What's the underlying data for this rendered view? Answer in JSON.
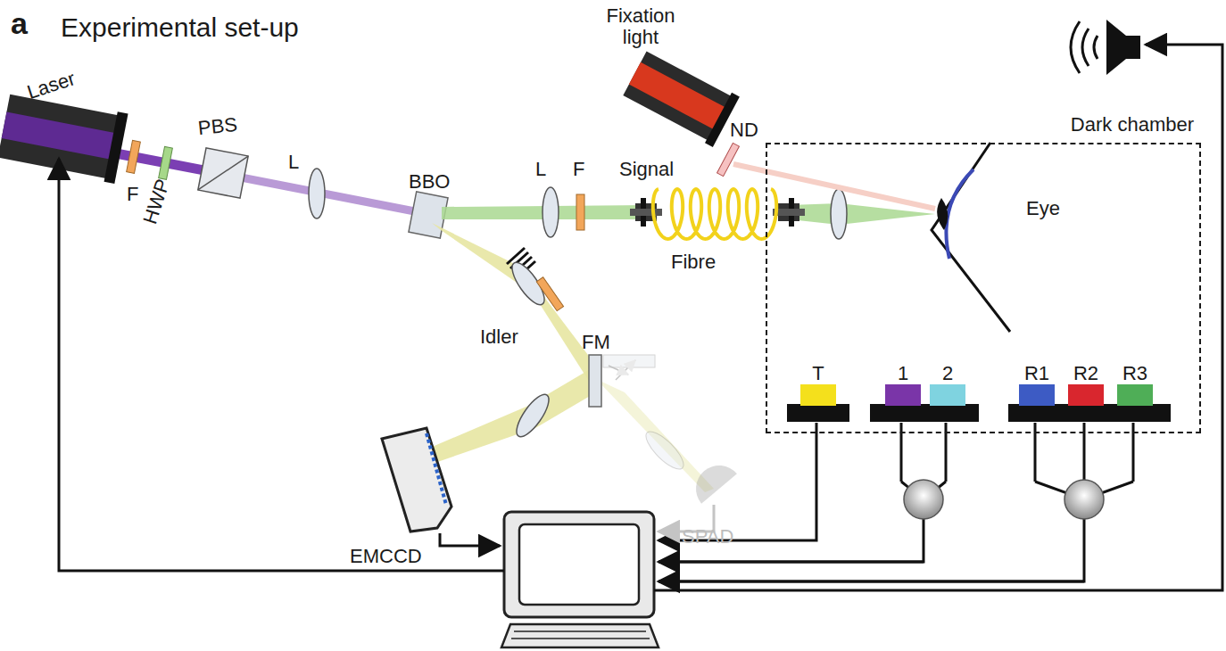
{
  "diagram": {
    "title": "Experimental set-up",
    "nodes": [
      {
        "text": [
          "Dark chamber"
        ]
      },
      {
        "text": [
          "T"
        ],
        "in": 0
      },
      {
        "text": [
          "1"
        ],
        "in": 0
      },
      {
        "text": [
          "2"
        ],
        "in": 0
      },
      {
        "text": [
          "R1"
        ],
        "in": 0
      },
      {
        "text": [
          "R2"
        ],
        "in": 0
      },
      {
        "text": [
          "R3"
        ],
        "in": 0
      }
    ],
    "labels": [
      "a",
      "Laser",
      "F",
      "HWP",
      "PBS",
      "L",
      "BBO",
      "L",
      "F",
      "Signal",
      "Fibre",
      "Idler",
      "FM",
      "EMCCD",
      "SPAD",
      "Fixation light",
      "ND",
      "Eye"
    ]
  }
}
